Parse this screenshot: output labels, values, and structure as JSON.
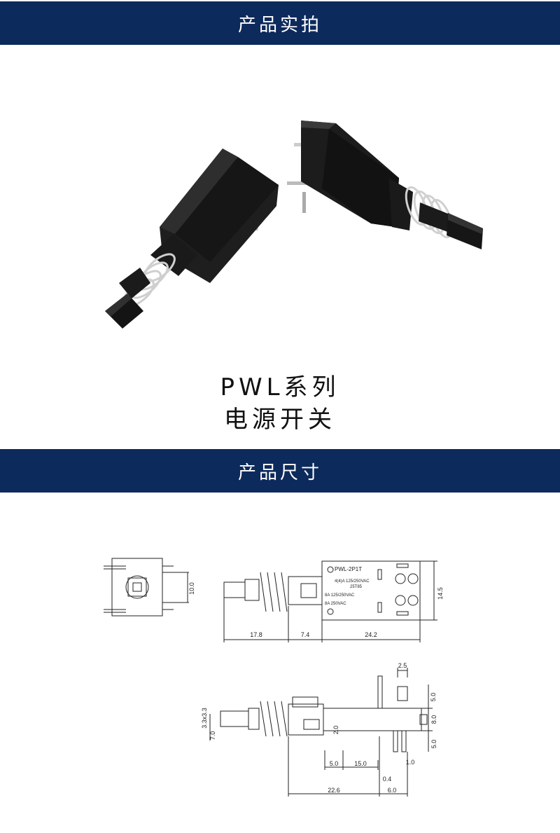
{
  "sections": {
    "photo_header": "产品实拍",
    "dimension_header": "产品尺寸"
  },
  "product": {
    "series": "PWL系列",
    "name": "电源开关"
  },
  "label_text": {
    "model": "PWL-2P1T",
    "rating1": "4(4)A 125/250VAC",
    "rating2": "25T85",
    "rating3": "8A 125/250VAC",
    "rating4": "8A 250VAC"
  },
  "dimensions": {
    "front_height": "10.0",
    "top_length_a": "17.8",
    "top_length_b": "7.4",
    "top_length_c": "24.2",
    "top_width": "14.5",
    "side_cap": "3.3x3.3",
    "side_cap_h": "7.0",
    "side_pin_h": "2.0",
    "side_pin_w": "2.5",
    "side_top": "5.0",
    "side_mid": "8.0",
    "side_bottom": "5.0",
    "bottom_a": "5.0",
    "bottom_b": "15.0",
    "bottom_c": "1.0",
    "bottom_d": "0.4",
    "bottom_e": "22.6",
    "bottom_f": "6.0"
  }
}
